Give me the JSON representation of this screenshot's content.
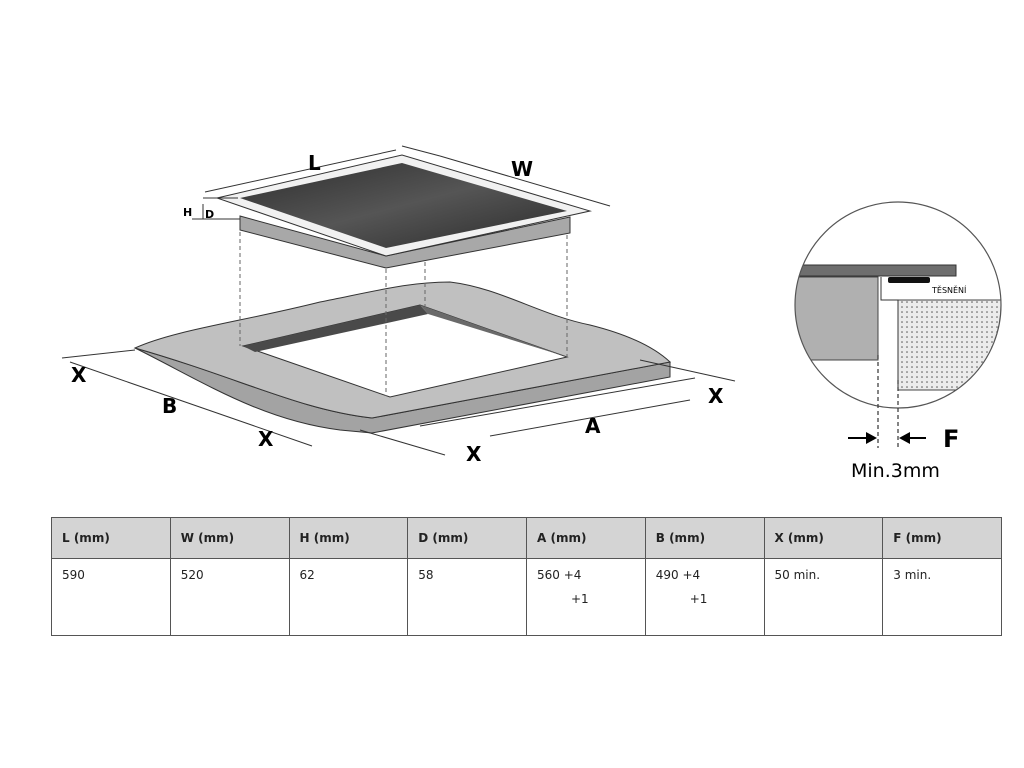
{
  "diagram": {
    "labels": {
      "L": "L",
      "W": "W",
      "H": "H",
      "D": "D",
      "B": "B",
      "A": "A",
      "X": "X",
      "F": "F",
      "seal": "TĚSNĚNÍ",
      "min_gap": "Min.3mm"
    }
  },
  "table": {
    "headers": [
      "L (mm)",
      "W (mm)",
      "H (mm)",
      "D (mm)",
      "A (mm)",
      "B (mm)",
      "X (mm)",
      "F (mm)"
    ],
    "values": [
      {
        "main": "590",
        "tol": ""
      },
      {
        "main": "520",
        "tol": ""
      },
      {
        "main": "62",
        "tol": ""
      },
      {
        "main": "58",
        "tol": ""
      },
      {
        "main": "560 +4",
        "tol": "+1"
      },
      {
        "main": "490 +4",
        "tol": "+1"
      },
      {
        "main": "50 min.",
        "tol": ""
      },
      {
        "main": "3 min.",
        "tol": ""
      }
    ]
  }
}
